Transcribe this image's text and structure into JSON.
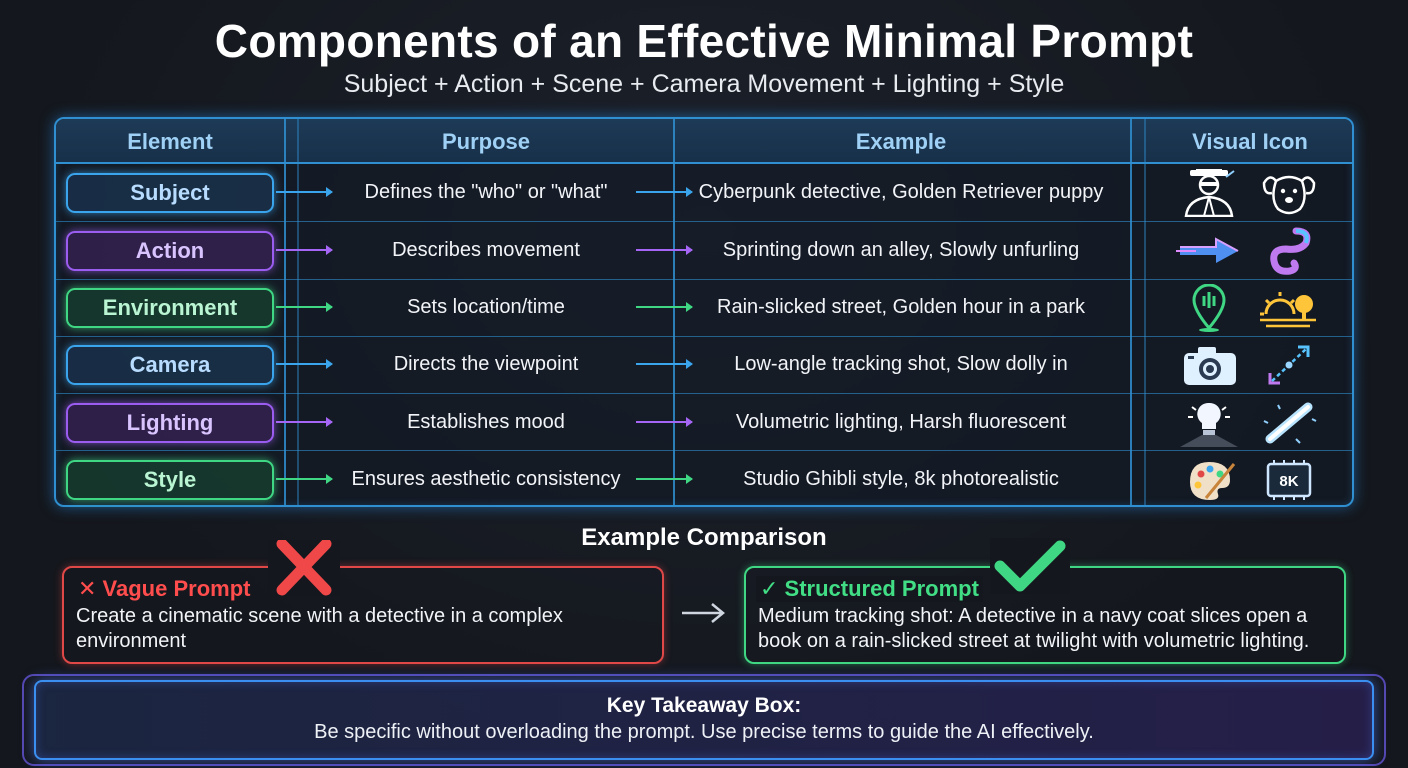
{
  "title": "Components of an Effective Minimal Prompt",
  "subtitle": "Subject + Action + Scene + Camera Movement + Lighting + Style",
  "table": {
    "headers": [
      "Element",
      "Purpose",
      "Example",
      "Visual Icon"
    ],
    "rows": [
      {
        "element": "Subject",
        "purpose": "Defines the \"who\" or \"what\"",
        "example": "Cyberpunk detective, Golden Retriever puppy",
        "accent": "#3aa4ec",
        "icons": [
          "detective-icon",
          "dog-icon"
        ]
      },
      {
        "element": "Action",
        "purpose": "Describes movement",
        "example": "Sprinting down an alley, Slowly unfurling",
        "accent": "#9b5cf0",
        "icons": [
          "speed-arrow-icon",
          "ribbon-icon"
        ]
      },
      {
        "element": "Environment",
        "purpose": "Sets location/time",
        "example": "Rain-slicked street, Golden hour in a park",
        "accent": "#3fd783",
        "icons": [
          "location-pin-icon",
          "sunset-tree-icon"
        ]
      },
      {
        "element": "Camera",
        "purpose": "Directs the viewpoint",
        "example": "Low-angle tracking shot, Slow dolly in",
        "accent": "#3aa4ec",
        "icons": [
          "camera-icon",
          "diagonal-arrows-icon"
        ]
      },
      {
        "element": "Lighting",
        "purpose": "Establishes mood",
        "example": "Volumetric lighting, Harsh fluorescent",
        "accent": "#9b5cf0",
        "icons": [
          "light-bulb-icon",
          "fluorescent-tube-icon"
        ]
      },
      {
        "element": "Style",
        "purpose": "Ensures aesthetic consistency",
        "example": "Studio Ghibli style, 8k photorealistic",
        "accent": "#3fd783",
        "icons": [
          "palette-icon",
          "8k-chip-icon"
        ]
      }
    ],
    "chip_text": "8K"
  },
  "comparison": {
    "title": "Example Comparison",
    "vague": {
      "label": "✕ Vague Prompt",
      "text": "Create a cinematic scene with a detective in a complex environment"
    },
    "structured": {
      "label": "✓ Structured Prompt",
      "text": "Medium tracking shot: A detective in a navy coat slices open a book on a rain-slicked street at twilight with volumetric lighting."
    }
  },
  "takeaway": {
    "title": "Key Takeaway Box:",
    "text": "Be specific without overloading the prompt. Use precise terms to guide the AI effectively."
  }
}
